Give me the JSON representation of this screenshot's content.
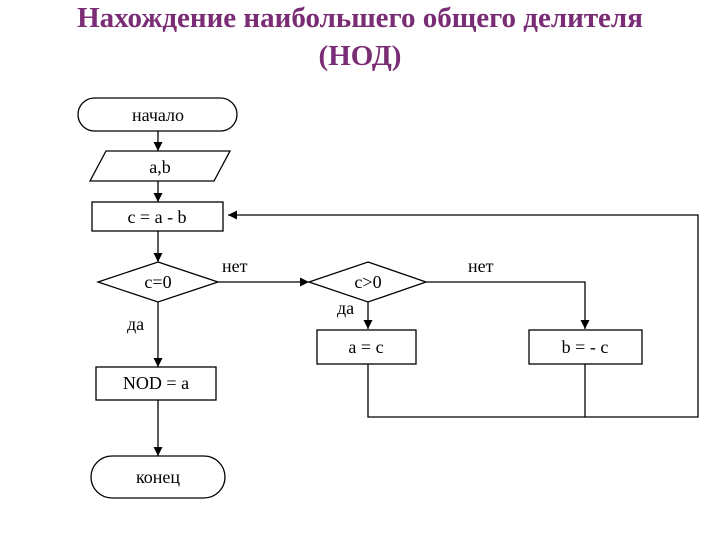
{
  "title": {
    "line1": "Нахождение наибольшего общего делителя",
    "line2": "(НОД)"
  },
  "flowchart": {
    "start": "начало",
    "input": "a,b",
    "assign_c": "c = a - b",
    "cond_zero": "c=0",
    "cond_zero_no": "нет",
    "cond_zero_yes": "да",
    "output": "NOD = a",
    "end": "конец",
    "cond_positive": "c>0",
    "cond_positive_no": "нет",
    "cond_positive_yes": "да",
    "assign_a": "a = c",
    "assign_b": "b = - c"
  }
}
